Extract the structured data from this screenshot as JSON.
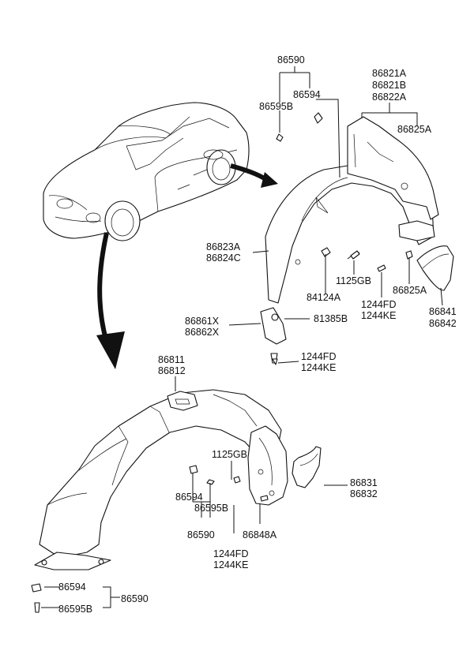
{
  "diagram": {
    "labels": {
      "l86590_top": "86590",
      "l86594_top": "86594",
      "l86595B_top": "86595B",
      "l86821A": "86821A",
      "l86821B": "86821B",
      "l86822A": "86822A",
      "l86825A_top": "86825A",
      "l86823A": "86823A",
      "l86824C": "86824C",
      "l1125GB_r": "1125GB",
      "l86825A_mid": "86825A",
      "l84124A": "84124A",
      "l1244FD_r": "1244FD",
      "l1244KE_r": "1244KE",
      "l86841": "86841",
      "l86842": "86842",
      "l86861X": "86861X",
      "l86862X": "86862X",
      "l81385B": "81385B",
      "l1244FD_m": "1244FD",
      "l1244KE_m": "1244KE",
      "l86811": "86811",
      "l86812": "86812",
      "l1125GB_b": "1125GB",
      "l86831": "86831",
      "l86832": "86832",
      "l86594_mid": "86594",
      "l86595B_mid": "86595B",
      "l86590_mid": "86590",
      "l86848A": "86848A",
      "l1244FD_b": "1244FD",
      "l1244KE_b": "1244KE",
      "l86594_bot": "86594",
      "l86595B_bot": "86595B",
      "l86590_bot": "86590"
    }
  }
}
